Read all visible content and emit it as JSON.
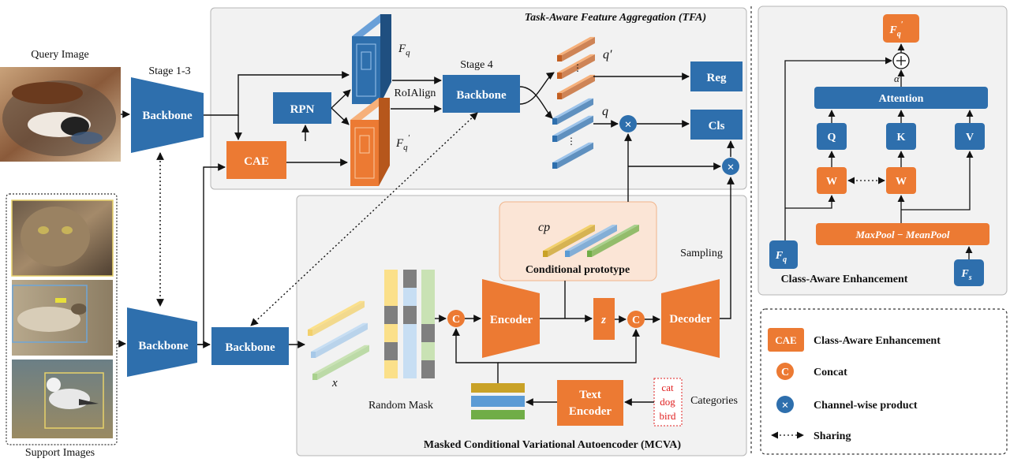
{
  "colors": {
    "blue": "#2e6fad",
    "orange": "#ec7a33",
    "panel_gray": "#f2f2f2",
    "panel_border": "#b5b5b5",
    "prototype_bg": "#fbe5d6",
    "text_red": "#e02020",
    "yellow": "#f2d06b",
    "light_blue": "#a6c8e8",
    "green": "#a9d18e",
    "gray_block": "#7f7f7f"
  },
  "labels": {
    "query_image": "Query Image",
    "support_images": "Support Images",
    "stage_1_3": "Stage 1-3",
    "stage_4": "Stage 4",
    "backbone": "Backbone",
    "rpn": "RPN",
    "cae": "CAE",
    "roialign": "RoIAlign",
    "reg": "Reg",
    "cls": "Cls",
    "fq": "F",
    "fq_sub": "q",
    "fq_prime": "F",
    "fq_prime_sub": "q",
    "fq_prime_mark": "′",
    "q_prime": "q′",
    "q": "q",
    "tfa_title": "Task-Aware Feature Aggregation (TFA)",
    "mcva_title": "Masked Conditional Variational Autoencoder (MCVA)",
    "cp": "cp",
    "conditional_prototype": "Conditional prototype",
    "sampling": "Sampling",
    "x": "x",
    "random_mask": "Random Mask",
    "encoder": "Encoder",
    "decoder": "Decoder",
    "z": "z",
    "concat_symbol": "C",
    "text_encoder_1": "Text",
    "text_encoder_2": "Encoder",
    "categories_list": [
      "cat",
      "dog",
      "bird"
    ],
    "categories": "Categories",
    "times_symbol": "×",
    "plus_symbol": "+"
  },
  "cae_module": {
    "title": "Class-Aware Enhancement",
    "attention": "Attention",
    "q": "Q",
    "k": "K",
    "v": "V",
    "w": "W",
    "pool": "MaxPool − MeanPool",
    "fq": "F",
    "fq_sub": "q",
    "fs": "F",
    "fs_sub": "s",
    "out": "F",
    "out_sub": "q",
    "out_mark": "′",
    "alpha": "α"
  },
  "legend": [
    {
      "symbol": "CAE",
      "label": "Class-Aware Enhancement"
    },
    {
      "symbol": "C",
      "label": "Concat"
    },
    {
      "symbol": "×",
      "label": "Channel-wise product"
    },
    {
      "symbol": "",
      "label": "Sharing"
    }
  ]
}
